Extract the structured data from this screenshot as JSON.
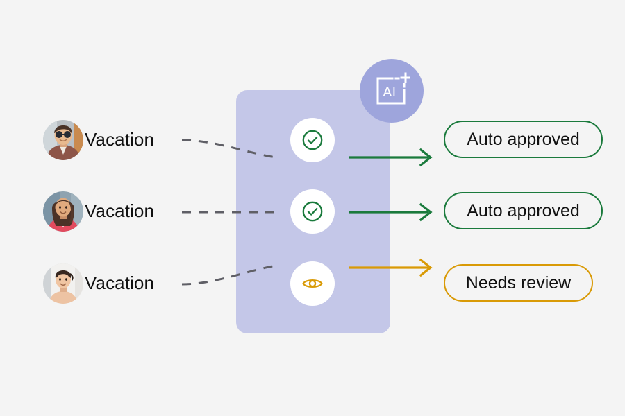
{
  "theme": {
    "background": "#f4f4f4",
    "card_fill": "#c4c7e8",
    "badge_fill": "#9ea5dc",
    "approved_color": "#1a7a3c",
    "review_color": "#d99a06",
    "text_color": "#111111",
    "dashed_line_color": "#5f5f66",
    "bubble_fill": "#ffffff"
  },
  "ai_badge": {
    "icon": "ai-document-plus-icon",
    "label": "AI"
  },
  "rows": [
    {
      "avatar": "avatar-person-sunglasses",
      "request_label": "Vacation",
      "status_icon": "check-circle-icon",
      "status_color": "#1a7a3c",
      "outcome_label": "Auto approved",
      "outcome_color": "#1a7a3c",
      "connector": "dashed-curve-down",
      "arrow": "arrow-right-green"
    },
    {
      "avatar": "avatar-person-long-hair",
      "request_label": "Vacation",
      "status_icon": "check-circle-icon",
      "status_color": "#1a7a3c",
      "outcome_label": "Auto approved",
      "outcome_color": "#1a7a3c",
      "connector": "dashed-straight",
      "arrow": "arrow-right-green"
    },
    {
      "avatar": "avatar-person-updo",
      "request_label": "Vacation",
      "status_icon": "eye-icon",
      "status_color": "#d99a06",
      "outcome_label": "Needs review",
      "outcome_color": "#d99a06",
      "connector": "dashed-curve-up",
      "arrow": "arrow-right-orange"
    }
  ]
}
